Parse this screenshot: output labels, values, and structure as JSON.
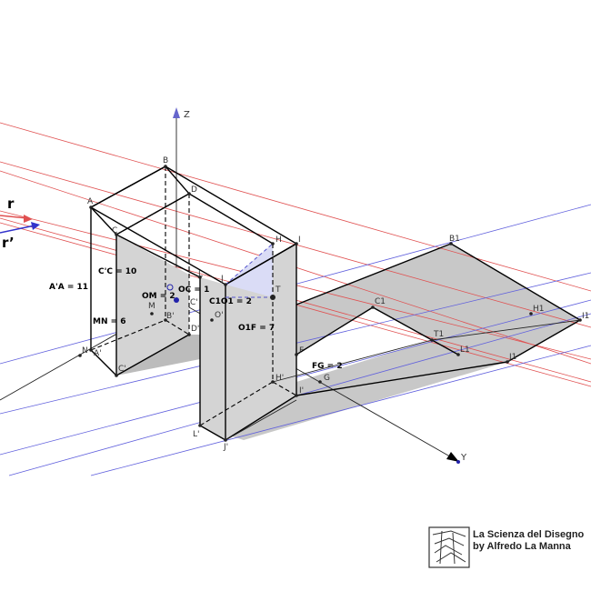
{
  "rays": {
    "r": "r",
    "r_prime": "r’"
  },
  "axes": {
    "z": "Z",
    "y": "Y"
  },
  "points": {
    "A": "A",
    "B": "B",
    "C": "C",
    "D": "D",
    "A_p": "A'",
    "B_p": "B'",
    "C_p": "C'",
    "D_p": "D'",
    "M": "M",
    "N": "N",
    "O": "O",
    "O_p": "O'",
    "C1_p": "C'",
    "H": "H",
    "I": "I",
    "J": "J",
    "L": "L",
    "T": "T",
    "H_p": "H'",
    "I_p": "I'",
    "J_p": "J'",
    "L_p": "L'",
    "F": "F",
    "G": "G",
    "B1": "B1",
    "C1": "C1",
    "H1": "H1",
    "I1": "I1",
    "T1": "T1",
    "L1": "L1",
    "J1": "J1"
  },
  "measures": {
    "CC": "C'C = 10",
    "AA": "A'A = 11",
    "MN": "MN = 6",
    "OM": "OM = 2",
    "OC": "OC = 1",
    "C1O1": "C1O1 = 2",
    "O1F": "O1F = 7",
    "FG": "FG = 2"
  },
  "logo": {
    "line1": "La Scienza del Disegno",
    "line2": "by Alfredo La Manna"
  },
  "colors": {
    "red_rays": "#e05050",
    "blue_rays": "#6060dd",
    "shadow": "#c8c8c8",
    "face": "#d4d4d4",
    "blue_face": "#dadcf6"
  }
}
